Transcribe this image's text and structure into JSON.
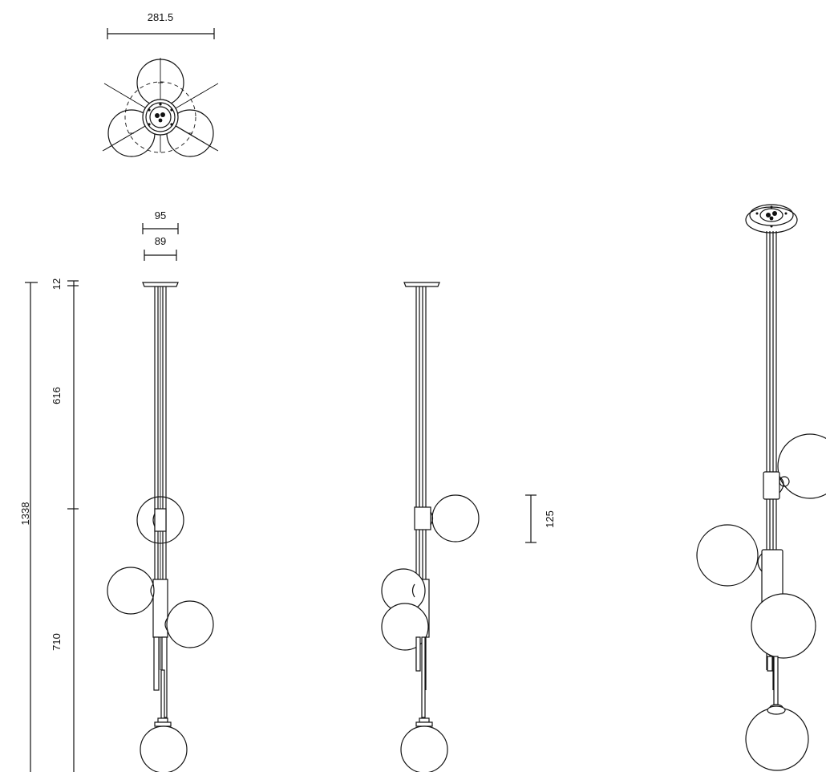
{
  "dimensions": {
    "top_width": "281.5",
    "canopy_outer": "95",
    "canopy_inner": "89",
    "canopy_height": "12",
    "upper_rod": "616",
    "lower_section": "710",
    "total_height": "1338",
    "sphere_offset": "125"
  }
}
